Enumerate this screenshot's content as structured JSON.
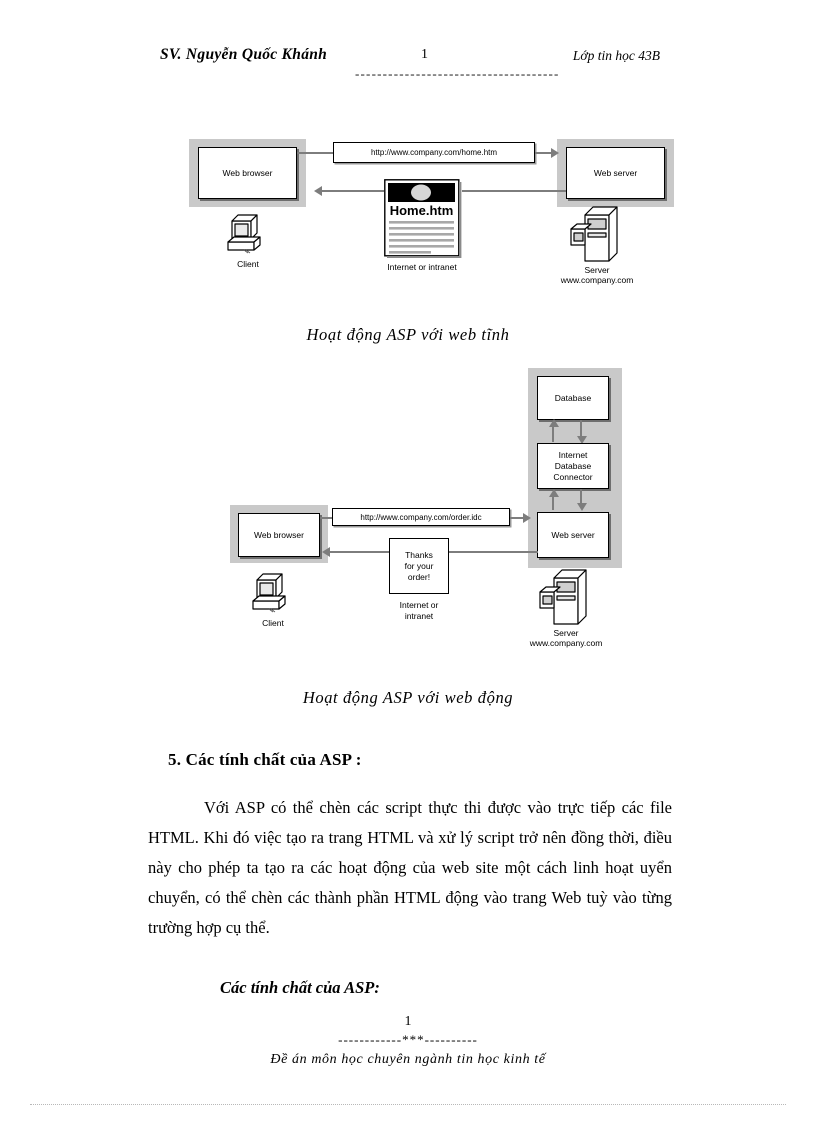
{
  "header": {
    "student": "SV. Nguyễn Quốc Khánh",
    "page_number": "1",
    "class": "Lớp tin học 43B",
    "rule": "-------------------------------------"
  },
  "figure1": {
    "caption": "Hoạt động ASP với web tĩnh",
    "web_browser": "Web browser",
    "web_server": "Web server",
    "url_label": "http://www.company.com/home.htm",
    "doc_title": "Home.htm",
    "client_label": "Client",
    "network_label": "Internet or intranet",
    "server_label": "Server",
    "server_host": "www.company.com"
  },
  "figure2": {
    "caption": "Hoạt động ASP với web động",
    "database": "Database",
    "connector": "Internet\nDatabase\nConnector",
    "connector_line1": "Internet",
    "connector_line2": "Database",
    "connector_line3": "Connector",
    "web_browser": "Web browser",
    "web_server": "Web server",
    "url_label": "http://www.company.com/order.idc",
    "thanks_line1": "Thanks",
    "thanks_line2": "for your",
    "thanks_line3": "order!",
    "client_label": "Client",
    "network_line1": "Internet or",
    "network_line2": "intranet",
    "server_label": "Server",
    "server_host": "www.company.com"
  },
  "body": {
    "section_heading": "5. Các tính chất của ASP :",
    "paragraph": "Với ASP có thể chèn các script thực thi được vào trực tiếp các file HTML. Khi đó việc tạo ra trang HTML và xử lý script trở nên đồng thời, điều này cho phép ta tạo ra các hoạt động của web site một cách linh hoạt uyển chuyển, có thể chèn các thành phần HTML động vào trang Web tuỳ vào từng trường hợp cụ thể.",
    "subheading": "Các tính chất của ASP:"
  },
  "footer": {
    "page_number": "1",
    "rule": "------------***----------",
    "text": "Đề án môn học chuyên ngành tin học kinh tế"
  },
  "colors": {
    "band": "#c9c9c9",
    "arrow": "#7d7d7d",
    "text": "#000000",
    "page_background": "#ffffff"
  }
}
